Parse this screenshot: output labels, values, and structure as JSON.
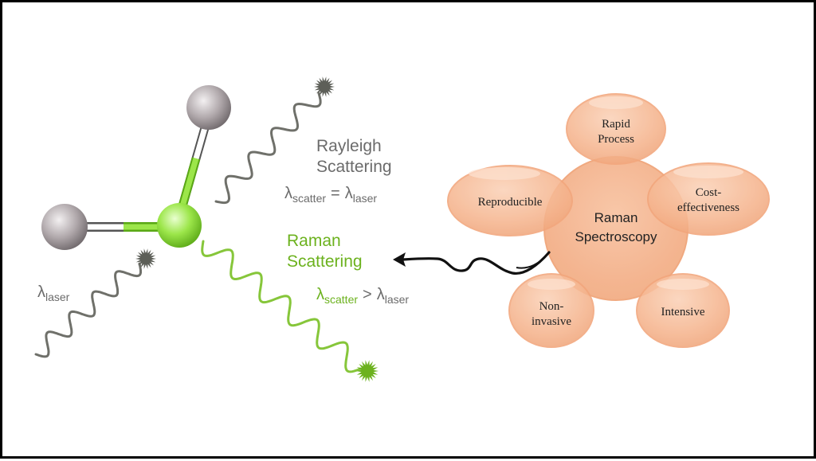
{
  "scattering": {
    "rayleigh": {
      "title_line1": "Rayleigh",
      "title_line2": "Scattering",
      "lambda": "λ",
      "sub_scatter": "scatter",
      "operator": "=",
      "sub_laser": "laser"
    },
    "raman": {
      "title_line1": "Raman",
      "title_line2": "Scattering",
      "lambda": "λ",
      "sub_scatter": "scatter",
      "operator": ">",
      "sub_laser": "laser"
    },
    "incident": {
      "lambda": "λ",
      "sub_laser": "laser"
    }
  },
  "spectroscopy": {
    "center_line1": "Raman",
    "center_line2": "Spectroscopy",
    "petals": {
      "rapid_line1": "Rapid",
      "rapid_line2": "Process",
      "cost_line1": "Cost-",
      "cost_line2": "effectiveness",
      "reproducible": "Reproducible",
      "noninvasive_line1": "Non-",
      "noninvasive_line2": "invasive",
      "intensive": "Intensive"
    }
  },
  "colors": {
    "petal_fill": "#f6b893",
    "petal_stroke": "#f2a67c",
    "raman_green": "#6cb21e",
    "grey_wave": "#6f706a",
    "label_grey": "#6b6b6b",
    "atom_grey": "#a9a1a5"
  }
}
